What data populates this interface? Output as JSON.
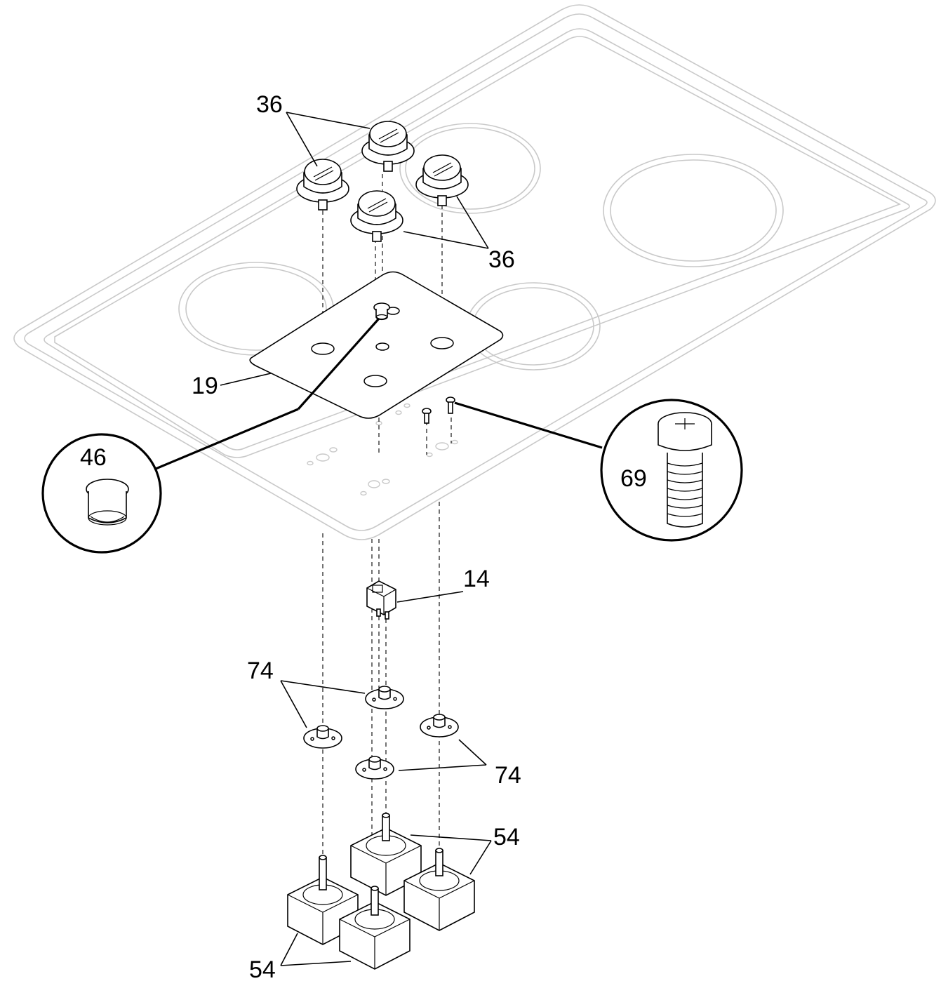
{
  "diagram": {
    "parts": [
      {
        "id": "p14",
        "number": "14",
        "description": ""
      },
      {
        "id": "p19",
        "number": "19",
        "description": ""
      },
      {
        "id": "p36a",
        "number": "36",
        "description": ""
      },
      {
        "id": "p36b",
        "number": "36",
        "description": ""
      },
      {
        "id": "p46",
        "number": "46",
        "description": ""
      },
      {
        "id": "p54a",
        "number": "54",
        "description": ""
      },
      {
        "id": "p54b",
        "number": "54",
        "description": ""
      },
      {
        "id": "p69",
        "number": "69",
        "description": ""
      },
      {
        "id": "p74a",
        "number": "74",
        "description": ""
      },
      {
        "id": "p74b",
        "number": "74",
        "description": ""
      }
    ],
    "labels": {
      "l36a": "36",
      "l36b": "36",
      "l19": "19",
      "l46": "46",
      "l69": "69",
      "l14": "14",
      "l74a": "74",
      "l74b": "74",
      "l54a": "54",
      "l54b": "54"
    },
    "colors": {
      "line": "#000000",
      "ghost_outline": "#c9c9c9",
      "background": "#ffffff"
    }
  }
}
